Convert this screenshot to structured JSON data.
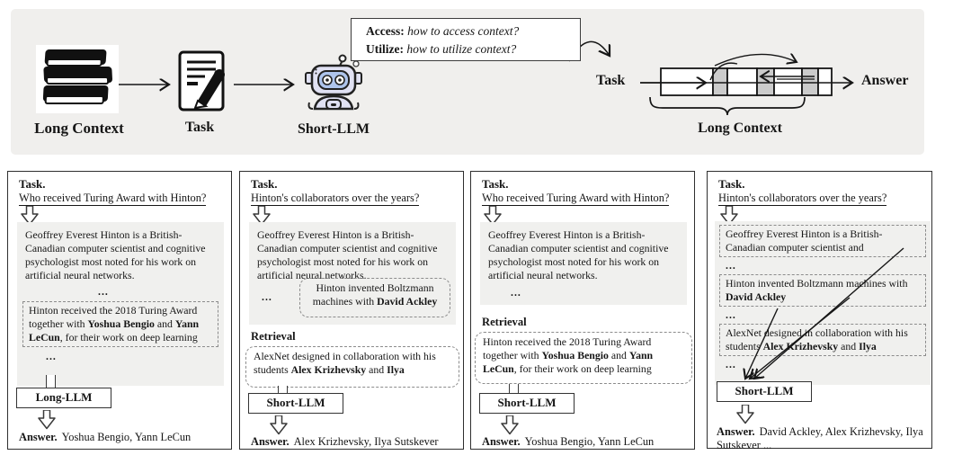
{
  "colors": {
    "band_bg": "#f0efed",
    "panel_border": "#2f2f2f",
    "gray_box": "#f0f0ee",
    "dashed": "#8c8c8c",
    "bar_gray": "#cbcbcb",
    "ink": "#161616",
    "robot_fill": "#e0e1f3",
    "robot_screen": "#aec4ec"
  },
  "icons": {
    "long_context": "books-icon",
    "task_doc": "document-pencil-icon",
    "short_llm": "robot-icon",
    "flow_arrow": "thin-right-arrow-icon",
    "down_arrow": "hollow-down-arrow-icon",
    "bubble": "speech-bubble",
    "brace": "curly-brace-icon"
  },
  "top": {
    "long_context_label": "Long Context",
    "task_icon_label": "Task",
    "short_llm_label": "Short-LLM",
    "bubble": {
      "access_label": "Access:",
      "access_question": " how to access context?",
      "utilize_label": "Utilize:",
      "utilize_question": " how to utilize context?"
    },
    "flow": {
      "task_label": "Task",
      "answer_label": "Answer",
      "brace_label": "Long Context"
    }
  },
  "ellipsis": "...",
  "facts": {
    "bio_full": "Geoffrey Everest Hinton is a British-Canadian computer scientist and cognitive psychologist most noted for his work on artificial neural networks.",
    "bio_short": "Geoffrey Everest Hinton is a British-Canadian computer scientist and",
    "turing": {
      "s0": "Hinton received the 2018 Turing Award together with ",
      "b1": "Yoshua Bengio",
      "s2": " and ",
      "b3": "Yann LeCun",
      "s4": ", for their work on deep learning"
    },
    "boltzmann": {
      "s0": "Hinton invented Boltzmann ",
      "s0b": "machines with ",
      "b1": "David Ackley"
    },
    "alexnet": {
      "s0": "AlexNet designed in collaboration with his students ",
      "b1": "Alex Krizhevsky",
      "s2": " and ",
      "b3": "Ilya"
    }
  },
  "panels": [
    {
      "task_label": "Task.",
      "question": "Who received Turing Award with Hinton?",
      "llm_label": "Long-LLM",
      "answer_label": "Answer.",
      "answer_text": "Yoshua Bengio, Yann LeCun"
    },
    {
      "task_label": "Task.",
      "question": "Hinton's collaborators over the years?",
      "retrieval_label": "Retrieval",
      "llm_label": "Short-LLM",
      "answer_label": "Answer.",
      "answer_text": "Alex Krizhevsky, Ilya Sutskever"
    },
    {
      "task_label": "Task.",
      "question": "Who received Turing Award with Hinton?",
      "retrieval_label": "Retrieval",
      "llm_label": "Short-LLM",
      "answer_label": "Answer.",
      "answer_text": "Yoshua Bengio, Yann LeCun"
    },
    {
      "task_label": "Task.",
      "question": "Hinton's collaborators over the years?",
      "llm_label": "Short-LLM",
      "answer_label": "Answer.",
      "answer_text": "David Ackley, Alex Krizhevsky, Ilya Sutskever ..."
    }
  ]
}
